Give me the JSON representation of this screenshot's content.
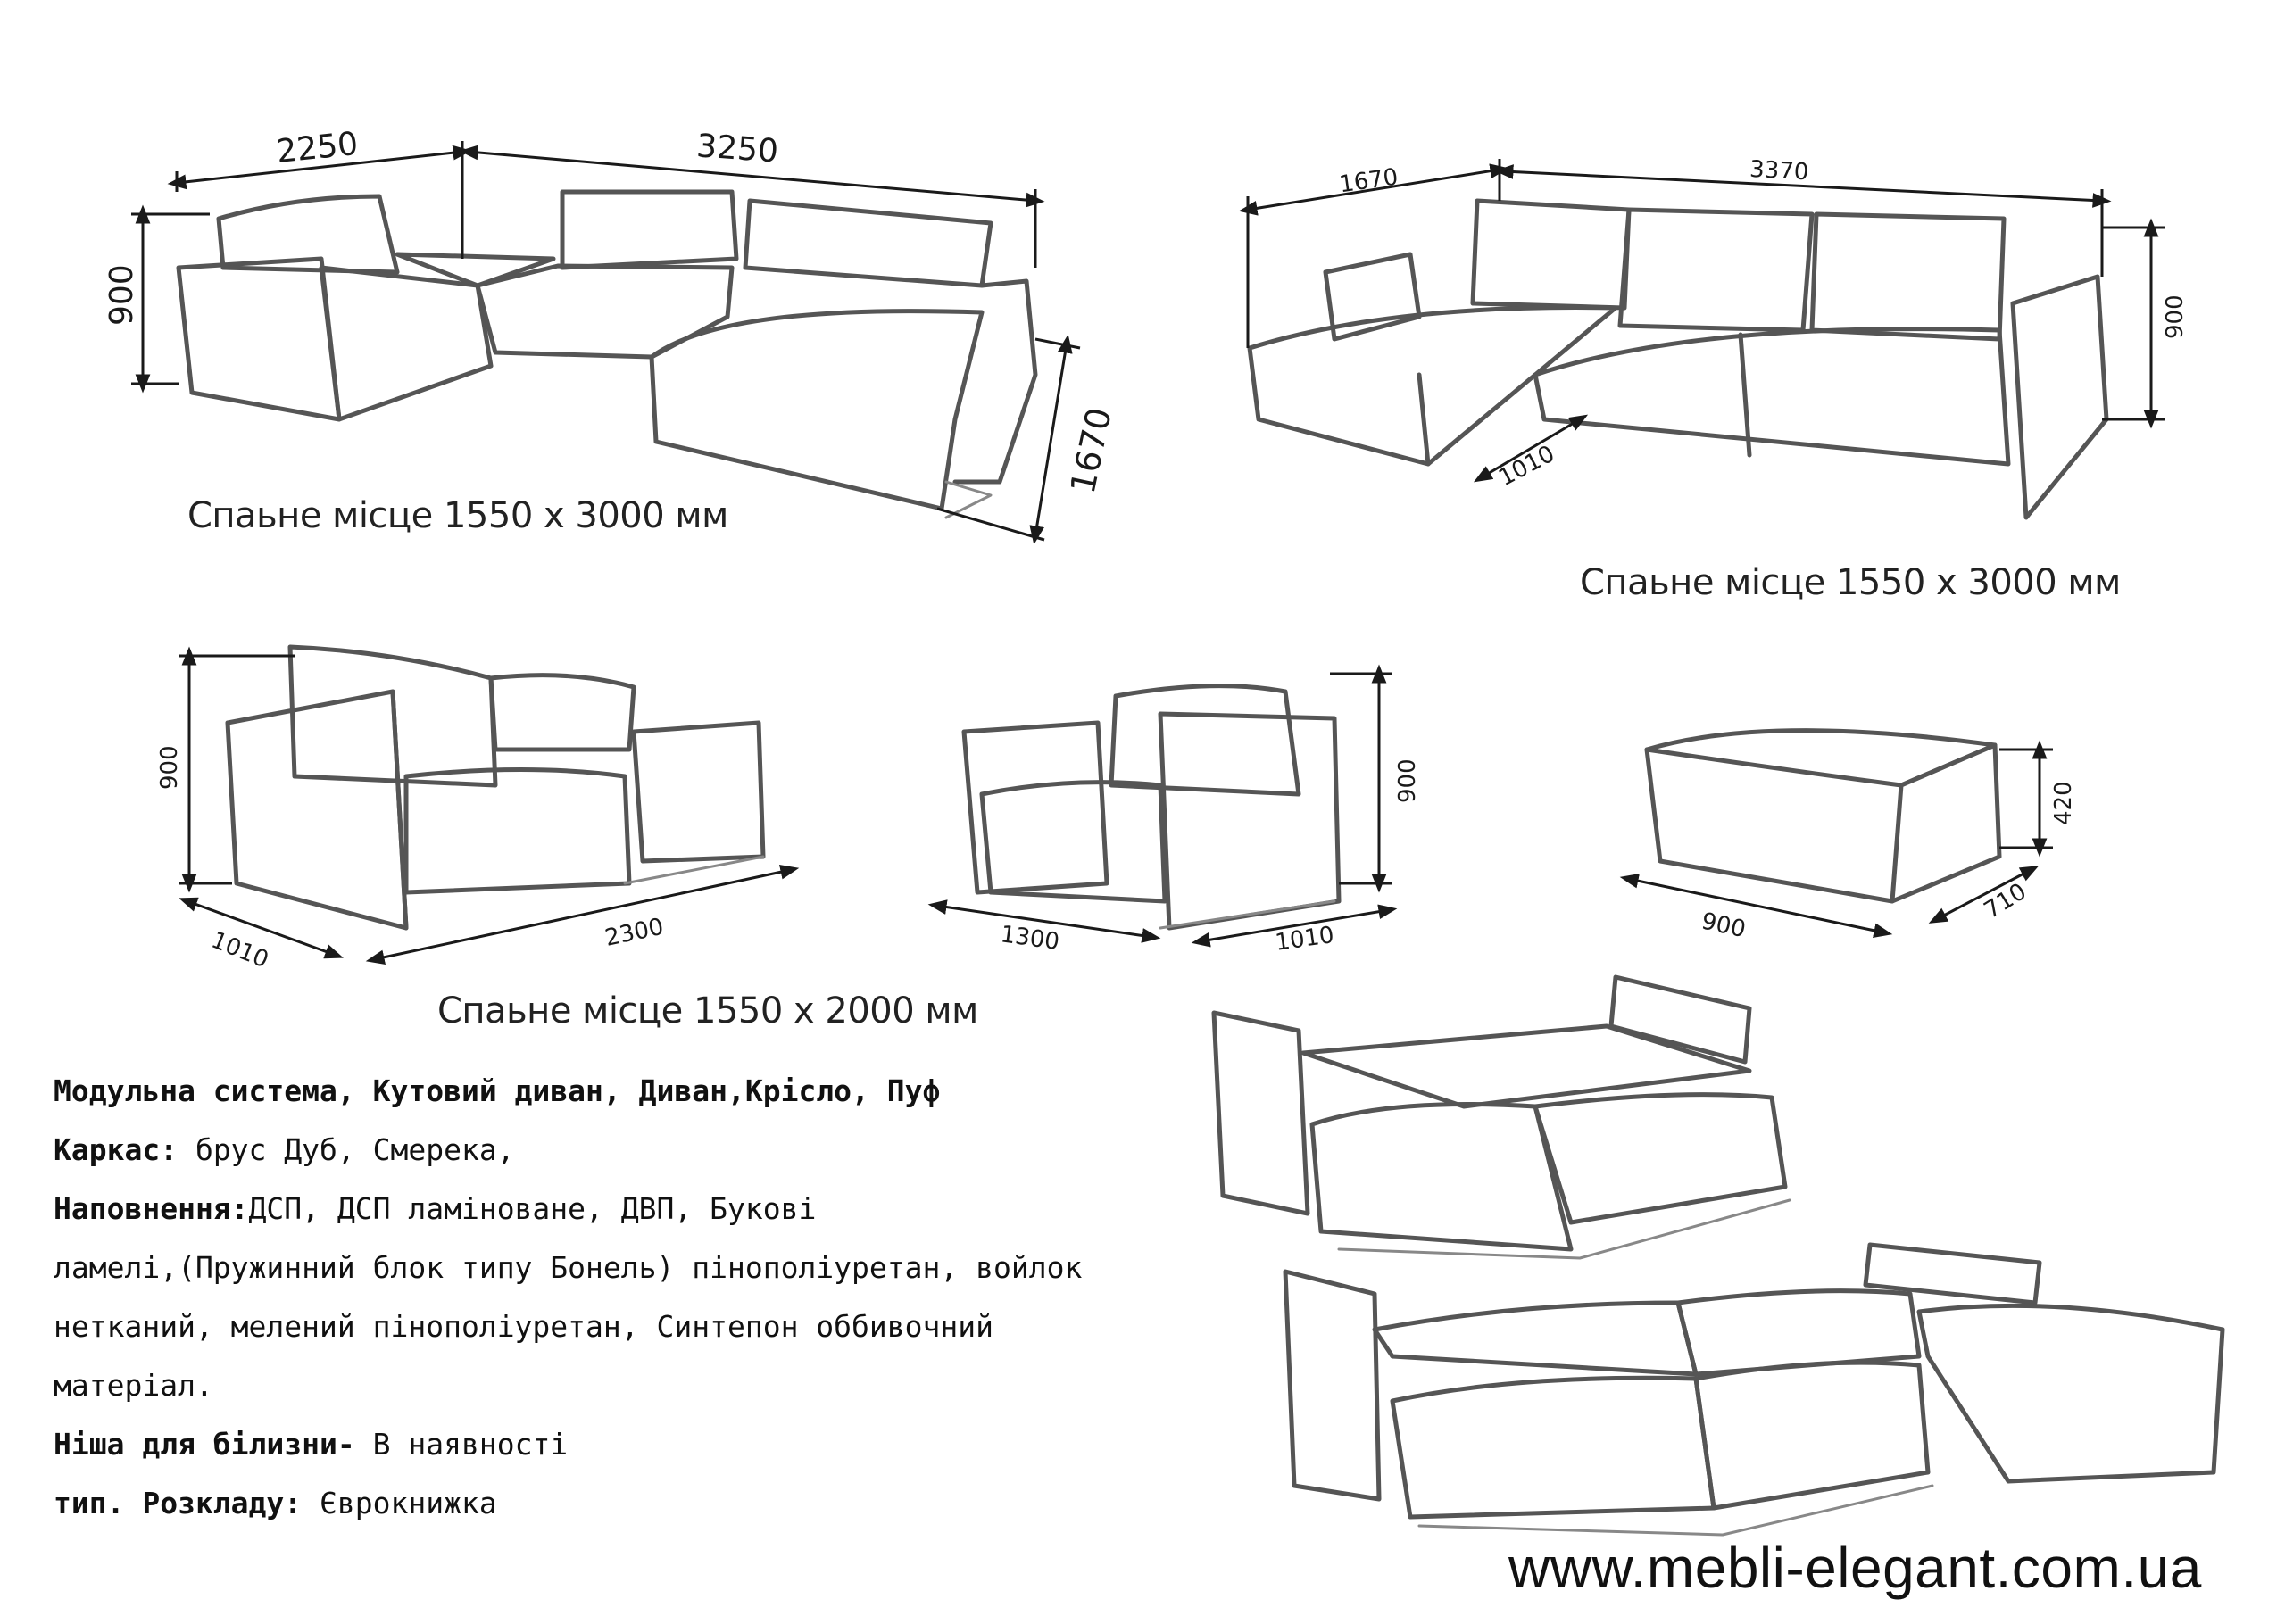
{
  "views": {
    "corner_sofa_a": {
      "dim_width_left": "2250",
      "dim_width_right": "3250",
      "dim_height": "900",
      "dim_depth": "1670",
      "caption": "Спаьне місце 1550 х 3000 мм"
    },
    "corner_sofa_b": {
      "dim_width_left": "1670",
      "dim_width_right": "3370",
      "dim_height": "900",
      "dim_depth": "1010",
      "caption": "Спаьне місце 1550 х 3000 мм"
    },
    "sofa": {
      "dim_height": "900",
      "dim_depth": "1010",
      "dim_width": "2300",
      "caption": "Спаьне місце 1550 х 2000 мм"
    },
    "armchair": {
      "dim_height": "900",
      "dim_width": "1300",
      "dim_depth": "1010"
    },
    "pouf": {
      "dim_height": "420",
      "dim_width": "900",
      "dim_depth": "710"
    }
  },
  "specs": {
    "line1": "Модульна система, Кутовий диван, Диван,Крісло, Пуф",
    "frame_label": "Каркас:",
    "frame_value": " брус Дуб, Смерека,",
    "fill_label": "Наповнення:",
    "fill_value_1": "ДСП, ДСП ламіноване, ДВП, Букові",
    "fill_value_2": "ламелі,(Пружинний блок типу Бонель) пінополіуретан, войлок",
    "fill_value_3": "нетканий, мелений пінополіуретан, Синтепон оббивочний",
    "fill_value_4": "матеріал.",
    "niche_label": "Ніша для білизни-",
    "niche_value": " В наявності",
    "type_label": "тип. Розкладу:",
    "type_value": " Єврокнижка"
  },
  "website": "www.mebli-elegant.com.ua"
}
